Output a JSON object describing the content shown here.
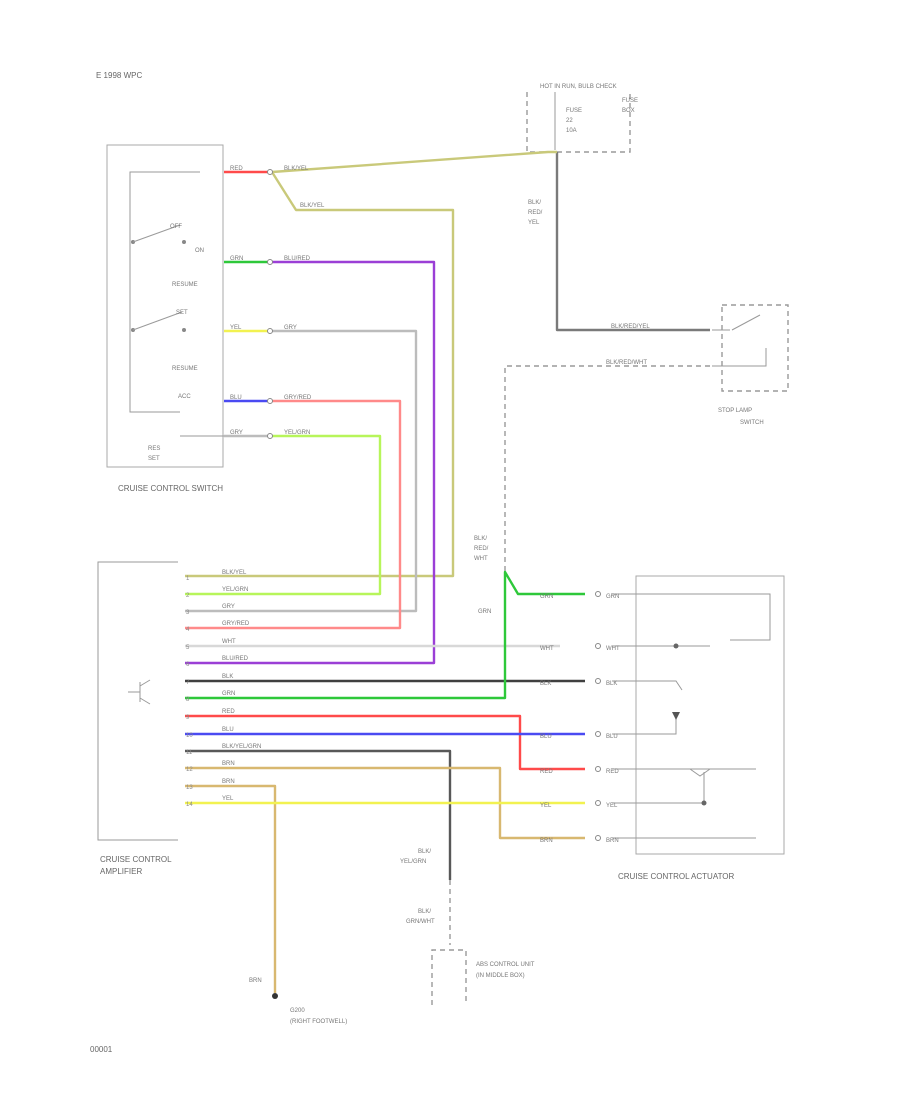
{
  "header_note": "E 1998 WPC",
  "page_code": "00001",
  "colors": {
    "red": "#ff4a4a",
    "blk_yel": "#c9c97a",
    "grn": "#2ec83a",
    "blu_red": "#9b3fd6",
    "yel": "#f2f250",
    "gry": "#bcbcbc",
    "blu": "#4a4af2",
    "gry_red": "#ff8a8a",
    "yel_grn": "#b7f55a",
    "blk": "#404040",
    "wht": "#d8d8d8",
    "brn": "#d8b870",
    "blk_red": "#7a7a7a",
    "blk_grn": "#585858"
  },
  "labels": {
    "hot_bus": "HOT IN RUN, BULB CHECK",
    "fuse_a": "FUSE",
    "fuse_b": "22",
    "fuse_c": "10A",
    "fuse_box_a": "FUSE",
    "fuse_box_b": "BOX",
    "blk_red_yel_a": "BLK/",
    "blk_red_yel_b": "RED/",
    "blk_red_yel_c": "YEL",
    "switch_box_a": "RES",
    "switch_box_b": "SET",
    "resume_1": "RESUME",
    "resume_2": "RESUME",
    "on": "ON",
    "off": "OFF",
    "acc": "ACC",
    "set": "SET",
    "cruise_control_switch": "CRUISE CONTROL SWITCH",
    "stop_lamp_switch_a": "STOP LAMP",
    "stop_lamp_switch_b": "SWITCH",
    "cruise_control_amplifier_a": "CRUISE CONTROL",
    "cruise_control_amplifier_b": "AMPLIFIER",
    "cruise_control_actuator": "CRUISE CONTROL ACTUATOR",
    "blk_red_wht_a": "BLK/",
    "blk_red_wht_b": "RED/",
    "blk_red_wht_c": "WHT",
    "grn_vert": "GRN",
    "blk_yel_grn_a": "BLK/",
    "blk_yel_grn_b": "YEL/GRN",
    "blk_grn_a": "BLK/",
    "blk_grn_b": "GRN/WHT",
    "abs_control_unit_a": "ABS CONTROL UNIT",
    "abs_control_unit_b": "(IN MIDDLE BOX)",
    "brn_ground": "BRN",
    "ground_a": "G200",
    "ground_b": "(RIGHT FOOTWELL)"
  },
  "switch_wires": [
    {
      "left": "RED",
      "right": "BLK/YEL"
    },
    {
      "left": "GRN",
      "right": "BLU/RED"
    },
    {
      "left": "YEL",
      "right": "GRY"
    },
    {
      "left": "BLU",
      "right": "GRY/RED"
    },
    {
      "left": "GRY",
      "right": "YEL/GRN"
    }
  ],
  "branch_label": "BLK/YEL",
  "stop_lamp_wires": [
    "BLK/RED/YEL",
    "BLK/RED/WHT"
  ],
  "amp_pins": [
    "1",
    "2",
    "3",
    "4",
    "5",
    "6",
    "7",
    "8",
    "9",
    "10",
    "11",
    "12",
    "13",
    "14"
  ],
  "amp_wires": [
    "BLK/YEL",
    "YEL/GRN",
    "GRY",
    "GRY/RED",
    "WHT",
    "BLU/RED",
    "BLK",
    "GRN",
    "RED",
    "BLU",
    "BLK/YEL/GRN",
    "BRN",
    "BRN",
    "YEL"
  ],
  "actuator_wires": [
    {
      "left": "GRN",
      "right": "GRN"
    },
    {
      "left": "WHT",
      "right": "WHT"
    },
    {
      "left": "BLK",
      "right": "BLK"
    },
    {
      "left": "BLU",
      "right": "BLU"
    },
    {
      "left": "RED",
      "right": "RED"
    },
    {
      "left": "YEL",
      "right": "YEL"
    },
    {
      "left": "BRN",
      "right": "BRN"
    }
  ]
}
